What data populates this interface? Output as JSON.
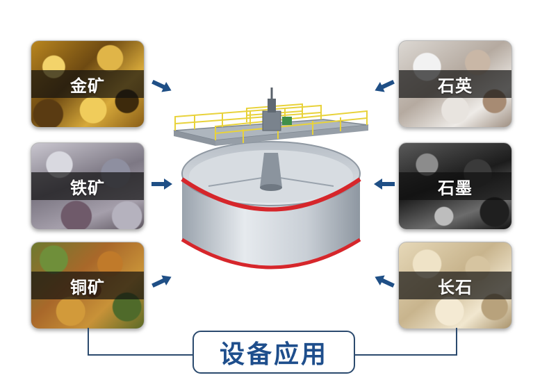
{
  "minerals": {
    "gold": {
      "label": "金矿"
    },
    "iron": {
      "label": "铁矿"
    },
    "copper": {
      "label": "铜矿"
    },
    "quartz": {
      "label": "石英"
    },
    "graphite": {
      "label": "石墨"
    },
    "feldspar": {
      "label": "长石"
    }
  },
  "footer": {
    "title": "设备应用"
  },
  "colors": {
    "arrow": "#1f4f86",
    "title_text": "#1e4e8c",
    "connector": "#2b4a6e",
    "tank_band": "#d6262b",
    "railing": "#e8d23a"
  },
  "icons": {
    "arrow": "arrow-icon"
  }
}
